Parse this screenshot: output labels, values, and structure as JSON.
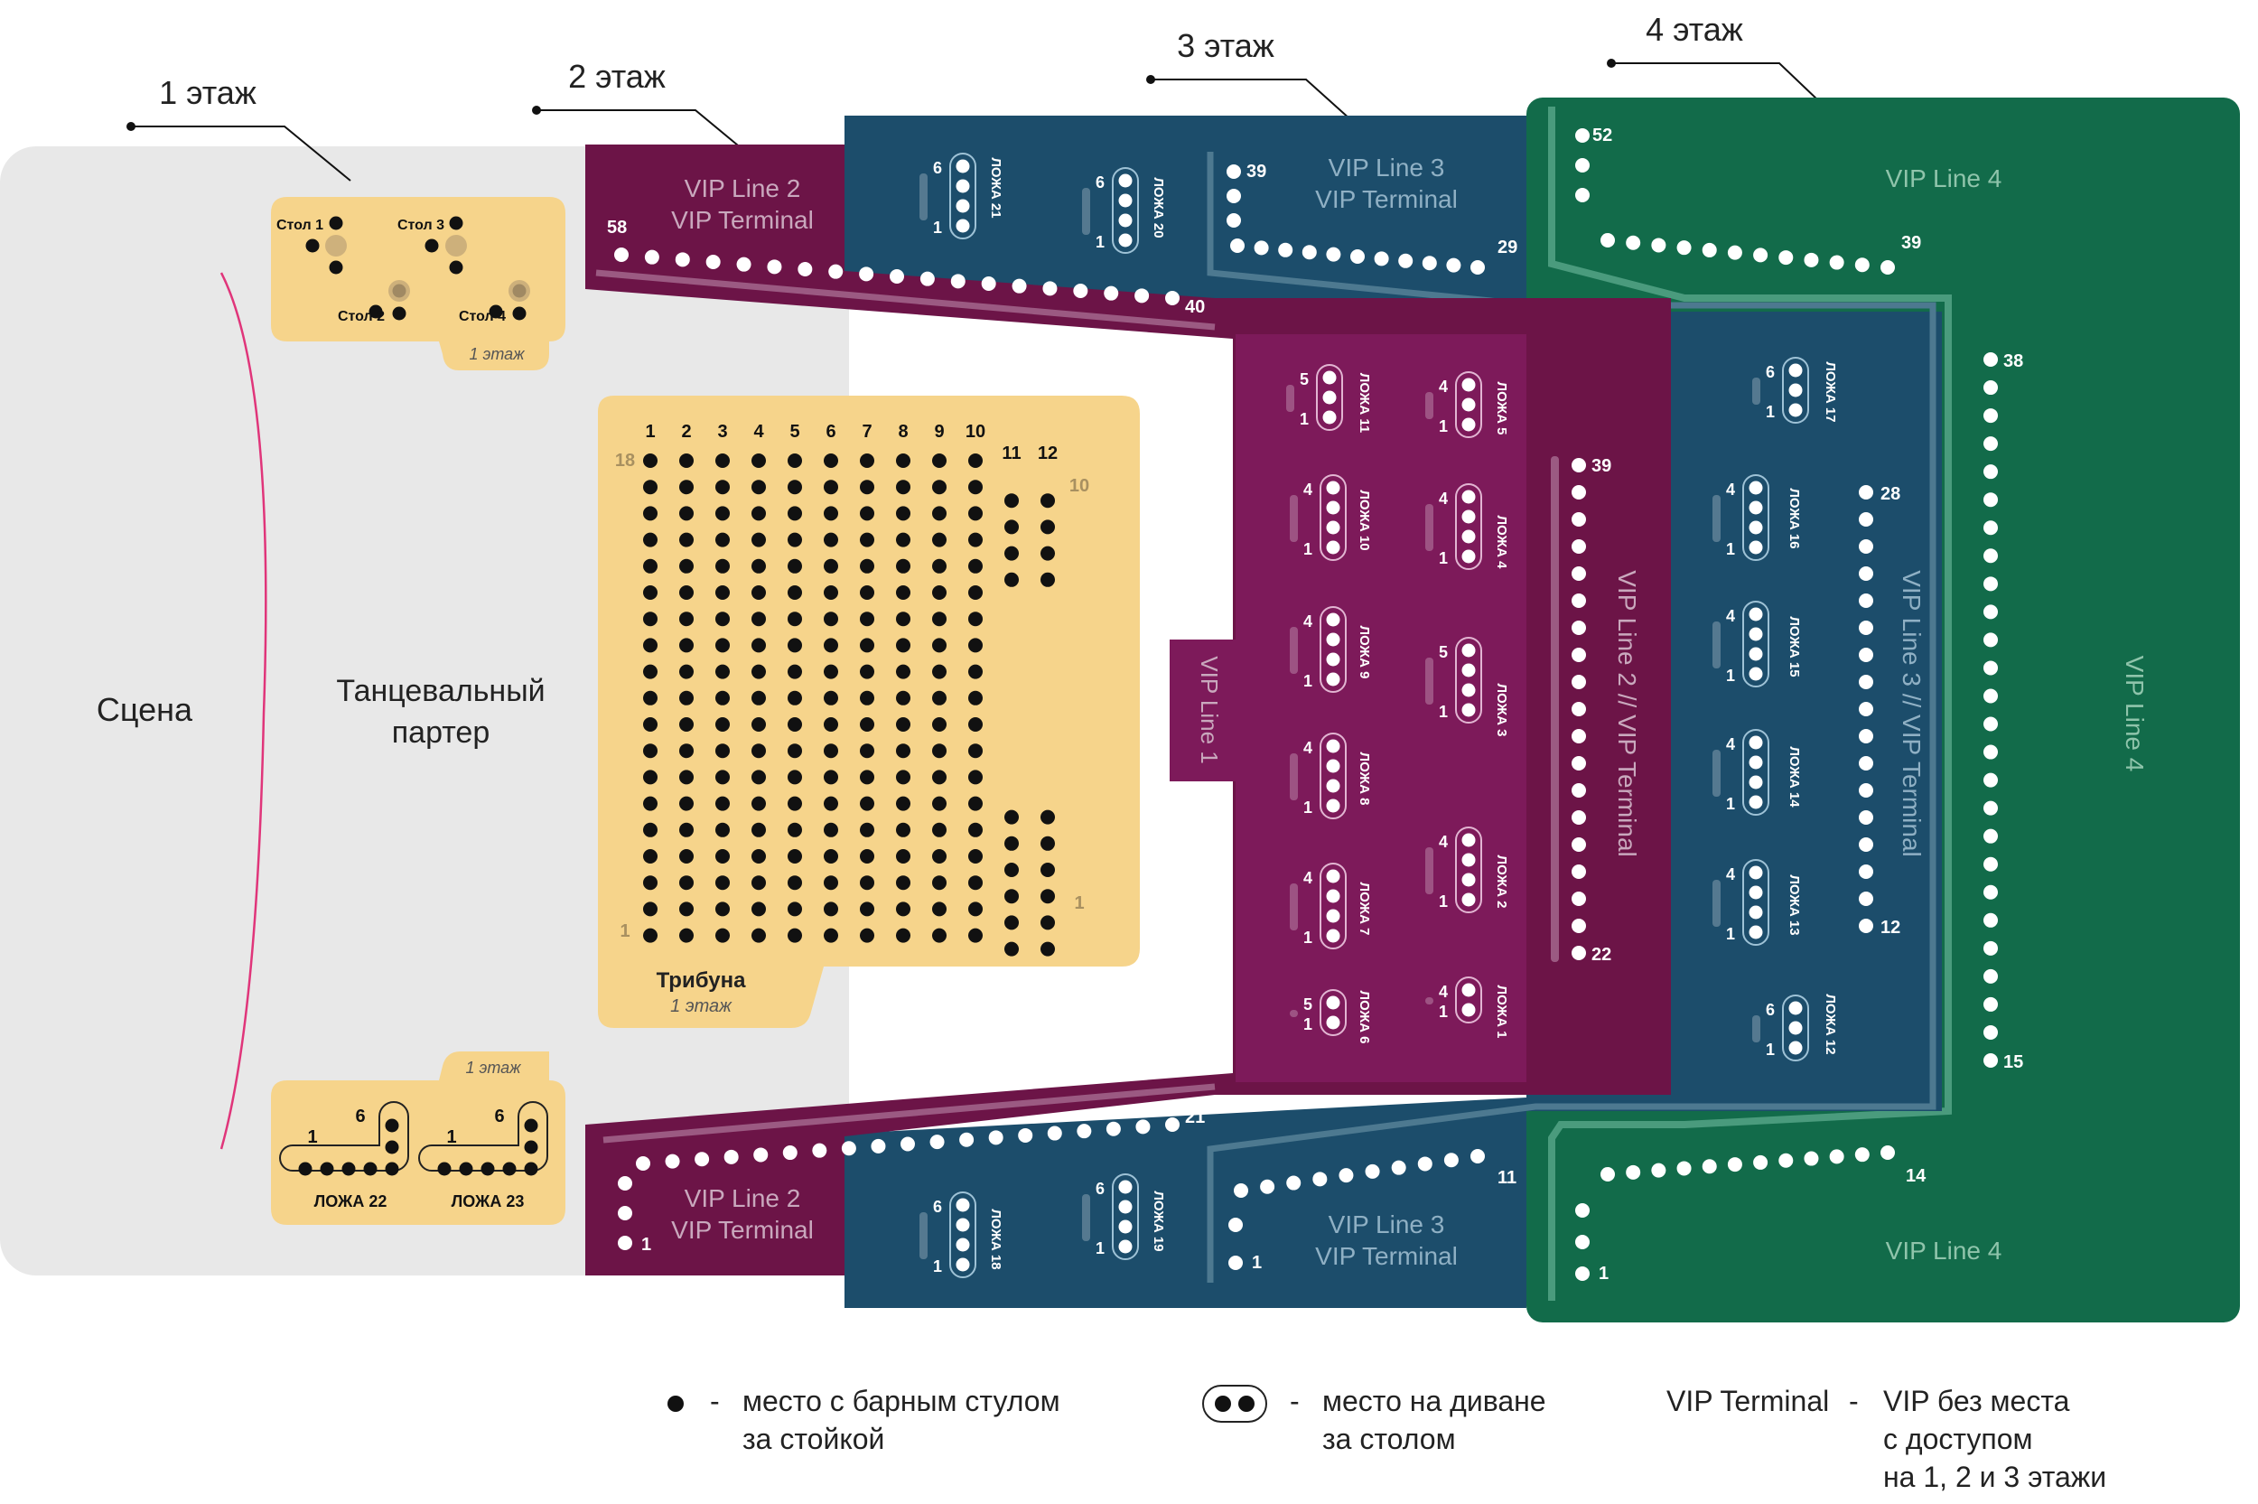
{
  "floors": {
    "f1": "1 этаж",
    "f2": "2 этаж",
    "f3": "3 этаж",
    "f4": "4 этаж"
  },
  "zones": {
    "stage": "Сцена",
    "dance_1": "Танцевальный",
    "dance_2": "партер",
    "tribune": "Трибуна",
    "tribune_floor": "1 этаж",
    "tables_floor": "1 этаж",
    "lodges_floor": "1 этаж",
    "vip1": "VIP Line 1",
    "vip2_top_1": "VIP Line 2",
    "vip2_top_2": "VIP Terminal",
    "vip2_bot_1": "VIP Line 2",
    "vip2_bot_2": "VIP Terminal",
    "vip2_side": "VIP Line 2 // VIP Terminal",
    "vip3_top_1": "VIP Line 3",
    "vip3_top_2": "VIP Terminal",
    "vip3_bot_1": "VIP Line 3",
    "vip3_bot_2": "VIP Terminal",
    "vip3_side": "VIP Line 3 // VIP Terminal",
    "vip4_top": "VIP Line 4",
    "vip4_bot": "VIP Line 4",
    "vip4_side": "VIP Line 4"
  },
  "tables": {
    "t1": "Стол 1",
    "t2": "Стол 2",
    "t3": "Стол 3",
    "t4": "Стол 4"
  },
  "lodges": {
    "l1": "ЛОЖА 1",
    "l2": "ЛОЖА 2",
    "l3": "ЛОЖА 3",
    "l4": "ЛОЖА 4",
    "l5": "ЛОЖА 5",
    "l6": "ЛОЖА 6",
    "l7": "ЛОЖА 7",
    "l8": "ЛОЖА 8",
    "l9": "ЛОЖА 9",
    "l10": "ЛОЖА 10",
    "l11": "ЛОЖА 11",
    "l12": "ЛОЖА 12",
    "l13": "ЛОЖА 13",
    "l14": "ЛОЖА 14",
    "l15": "ЛОЖА 15",
    "l16": "ЛОЖА 16",
    "l17": "ЛОЖА 17",
    "l18": "ЛОЖА 18",
    "l19": "ЛОЖА 19",
    "l20": "ЛОЖА 20",
    "l21": "ЛОЖА 21",
    "l22": "ЛОЖА 22",
    "l23": "ЛОЖА 23"
  },
  "seat_numbers": {
    "n58": "58",
    "n40": "40",
    "n39a": "39",
    "n29": "29",
    "n52": "52",
    "n39b": "39",
    "n38": "38",
    "n15": "15",
    "n39c": "39",
    "n22": "22",
    "n28": "28",
    "n12": "12",
    "n21": "21",
    "n1a": "1",
    "n11": "11",
    "n1b": "1",
    "n14": "14",
    "n1c": "1",
    "n18": "18",
    "n10": "10",
    "n1d": "1",
    "n1e": "1"
  },
  "columns": [
    "1",
    "2",
    "3",
    "4",
    "5",
    "6",
    "7",
    "8",
    "9",
    "10",
    "11",
    "12"
  ],
  "lodge_counts": {
    "six": "6",
    "five": "5",
    "four": "4",
    "one": "1"
  },
  "legend": {
    "bar_1": "место с барным стулом",
    "bar_2": "за стойкой",
    "sofa_1": "место на диване",
    "sofa_2": "за столом",
    "term_key": "VIP Terminal",
    "term_1": "VIP без места",
    "term_2": "с доступом",
    "term_3": "на 1, 2 и 3 этажи",
    "dash": "-"
  },
  "colors": {
    "stage": "#e8e8e8",
    "tribune": "#f6d48b",
    "vip2": "#6c1447",
    "vip2_inner": "#7d1a5a",
    "vip3": "#1c4d6b",
    "vip4": "#126b4a",
    "seat_dark": "#111111",
    "seat_light": "#ffffff",
    "stage_arc": "#e0357a",
    "label_light": "#c9a8bd"
  }
}
